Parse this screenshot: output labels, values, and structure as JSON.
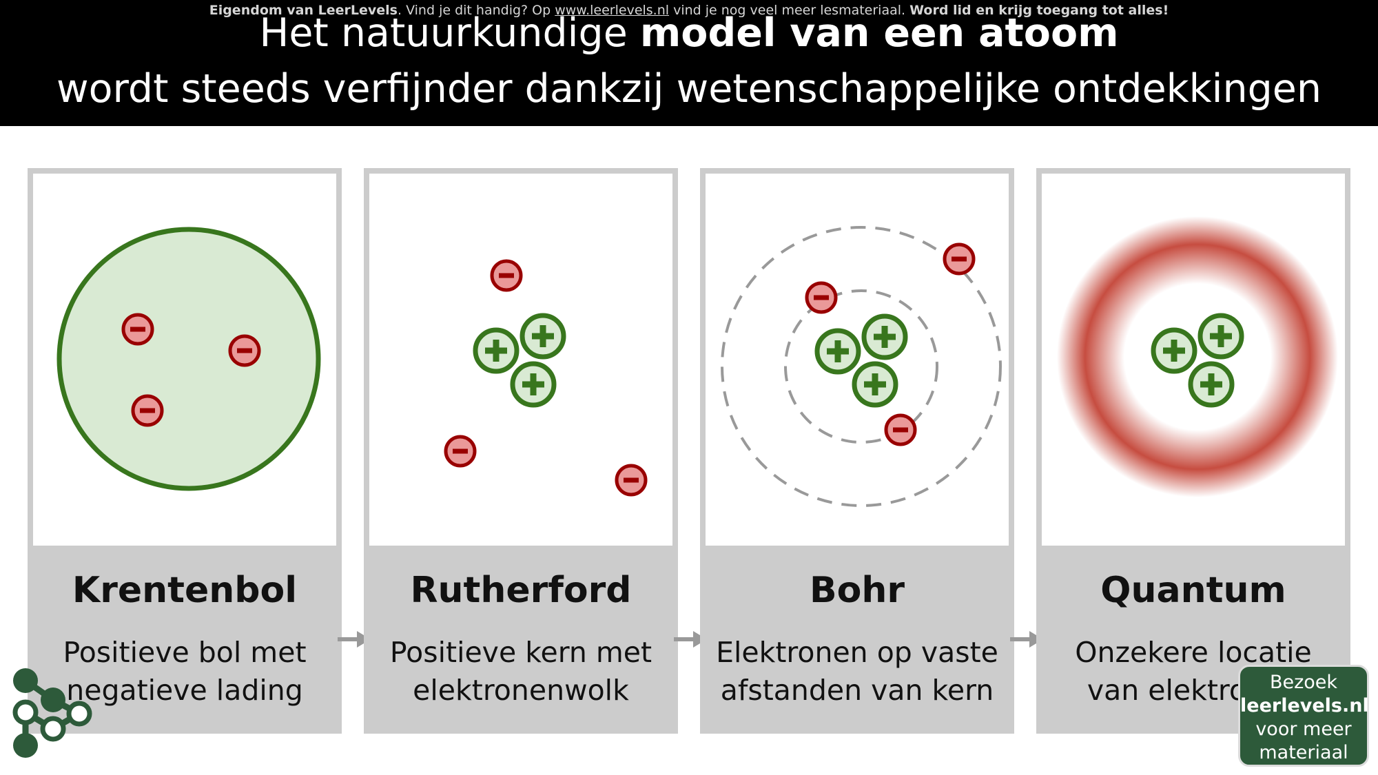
{
  "header": {
    "watermark": {
      "owner": "Eigendom van LeerLevels",
      "sentence_1": ". Vind je dit handig? Op ",
      "url": "www.leerlevels.nl",
      "sentence_2": " vind je nog veel meer lesmateriaal. ",
      "cta": "Word lid en krijg toegang tot alles!"
    },
    "title_plain": "Het natuurkundige ",
    "title_bold": "model van een atoom",
    "subtitle": "wordt steeds verfijnder dankzij wetenschappelijke ontdekkingen"
  },
  "panels": [
    {
      "name": "Krentenbol",
      "desc_line1": "Positieve bol met",
      "desc_line2": "negatieve lading",
      "icons": [
        "positive-sphere-icon",
        "electron-icon",
        "electron-icon",
        "electron-icon"
      ]
    },
    {
      "name": "Rutherford",
      "desc_line1": "Positieve kern met",
      "desc_line2": "elektronenwolk",
      "icons": [
        "proton-icon",
        "proton-icon",
        "proton-icon",
        "electron-icon",
        "electron-icon",
        "electron-icon"
      ]
    },
    {
      "name": "Bohr",
      "desc_line1": "Elektronen op vaste",
      "desc_line2": "afstanden van kern",
      "icons": [
        "orbit-ring-icon",
        "orbit-ring-icon",
        "proton-icon",
        "proton-icon",
        "proton-icon",
        "electron-icon",
        "electron-icon",
        "electron-icon"
      ]
    },
    {
      "name": "Quantum",
      "desc_line1": "Onzekere locatie",
      "desc_line2": "van elektronen",
      "icons": [
        "electron-cloud-icon",
        "proton-icon",
        "proton-icon",
        "proton-icon"
      ]
    }
  ],
  "badge": {
    "line1": "Bezoek",
    "line2": "leerlevels.nl",
    "line3": "voor meer",
    "line4": "materiaal"
  },
  "colors": {
    "header_bg": "#000000",
    "panel_bg": "#cccccc",
    "proton_fill": "#d9ead3",
    "proton_stroke": "#38761d",
    "electron_fill": "#ea9999",
    "electron_stroke": "#990000",
    "orbit": "#999999",
    "badge_bg": "#2d5a3a"
  }
}
